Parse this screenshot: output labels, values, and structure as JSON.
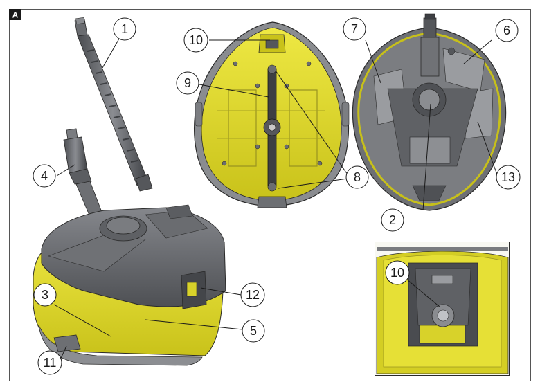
{
  "figure": {
    "letter": "A"
  },
  "callouts": [
    {
      "id": "c1",
      "label": "1"
    },
    {
      "id": "c2",
      "label": "2"
    },
    {
      "id": "c3",
      "label": "3"
    },
    {
      "id": "c4",
      "label": "4"
    },
    {
      "id": "c5",
      "label": "5"
    },
    {
      "id": "c6",
      "label": "6"
    },
    {
      "id": "c7",
      "label": "7"
    },
    {
      "id": "c8",
      "label": "8"
    },
    {
      "id": "c9",
      "label": "9"
    },
    {
      "id": "c10",
      "label": "10"
    },
    {
      "id": "c10b",
      "label": "10"
    },
    {
      "id": "c11",
      "label": "11"
    },
    {
      "id": "c12",
      "label": "12"
    },
    {
      "id": "c13",
      "label": "13"
    }
  ],
  "colors": {
    "yellow": "#e3dd2e",
    "yellow_dark": "#c8c019",
    "grey_dark": "#5b5d61",
    "grey_mid": "#7b7d82",
    "grey_light": "#a3a5aa",
    "outline": "#2a2a2a"
  }
}
